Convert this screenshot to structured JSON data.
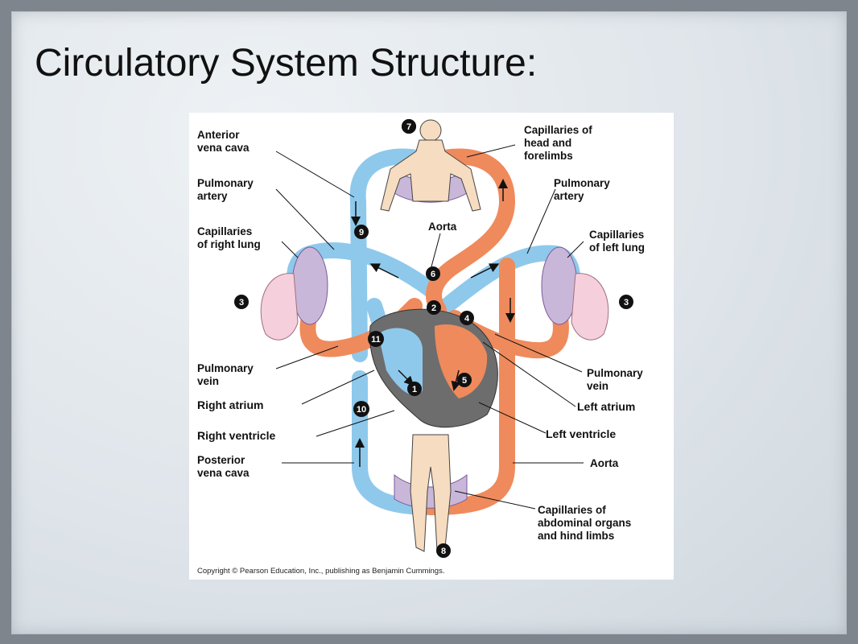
{
  "slide": {
    "title": "Circulatory System Structure:"
  },
  "diagram": {
    "labels": {
      "anterior_vena_cava_1": "Anterior",
      "anterior_vena_cava_2": "vena cava",
      "pulmonary_artery_left_1": "Pulmonary",
      "pulmonary_artery_left_2": "artery",
      "capillaries_right_lung_1": "Capillaries",
      "capillaries_right_lung_2": "of right lung",
      "pulmonary_vein_left_1": "Pulmonary",
      "pulmonary_vein_left_2": "vein",
      "right_atrium": "Right atrium",
      "right_ventricle": "Right ventricle",
      "posterior_vena_cava_1": "Posterior",
      "posterior_vena_cava_2": "vena cava",
      "capillaries_head_1": "Capillaries of",
      "capillaries_head_2": "head and",
      "capillaries_head_3": "forelimbs",
      "pulmonary_artery_right_1": "Pulmonary",
      "pulmonary_artery_right_2": "artery",
      "aorta_top": "Aorta",
      "capillaries_left_lung_1": "Capillaries",
      "capillaries_left_lung_2": "of left lung",
      "pulmonary_vein_right_1": "Pulmonary",
      "pulmonary_vein_right_2": "vein",
      "left_atrium": "Left atrium",
      "left_ventricle": "Left ventricle",
      "aorta_bottom": "Aorta",
      "capillaries_abdominal_1": "Capillaries of",
      "capillaries_abdominal_2": "abdominal organs",
      "capillaries_abdominal_3": "and hind limbs"
    },
    "step_numbers": [
      "1",
      "2",
      "3",
      "3",
      "4",
      "5",
      "6",
      "7",
      "8",
      "9",
      "10",
      "11"
    ],
    "copyright": "Copyright © Pearson Education, Inc., publishing as Benjamin Cummings.",
    "colors": {
      "oxygen_poor": "#8ec9ec",
      "oxygen_rich": "#ef8a5c",
      "heart": "#6d6d6d",
      "body": "#f6dcc0",
      "lung": "#f6cfdc",
      "capillary_bed": "#c9b7d9"
    }
  }
}
